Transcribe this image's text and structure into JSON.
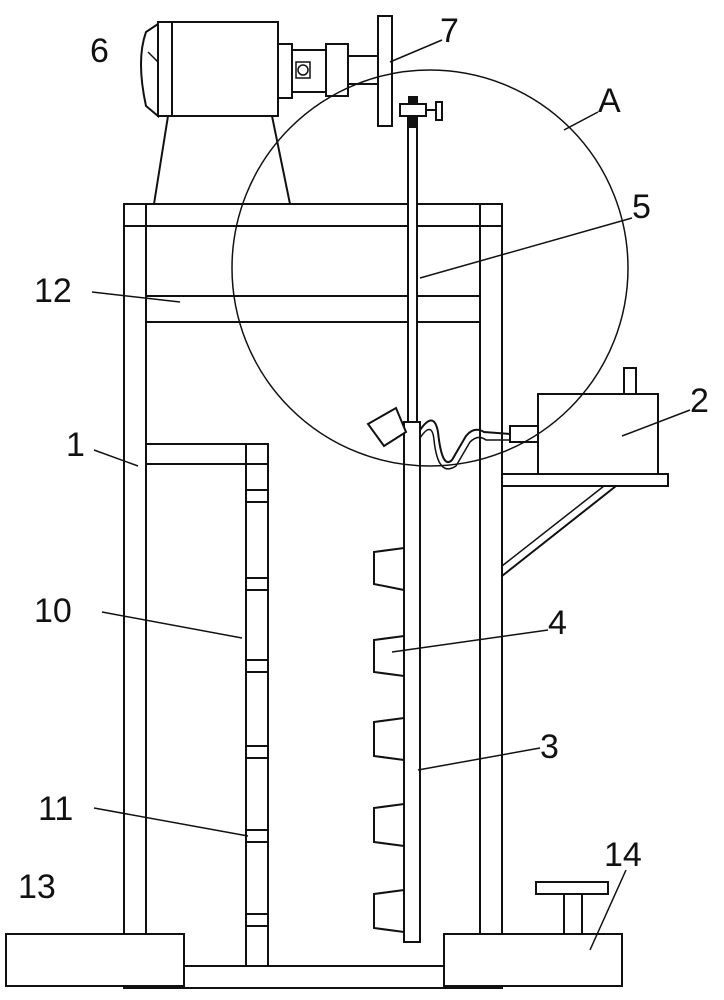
{
  "diagram": {
    "labels": {
      "l1": "1",
      "l2": "2",
      "l3": "3",
      "l4": "4",
      "l5": "5",
      "l6": "6",
      "l7": "7",
      "l10": "10",
      "l11": "11",
      "l12": "12",
      "l13": "13",
      "l14": "14",
      "lA": "A"
    }
  }
}
